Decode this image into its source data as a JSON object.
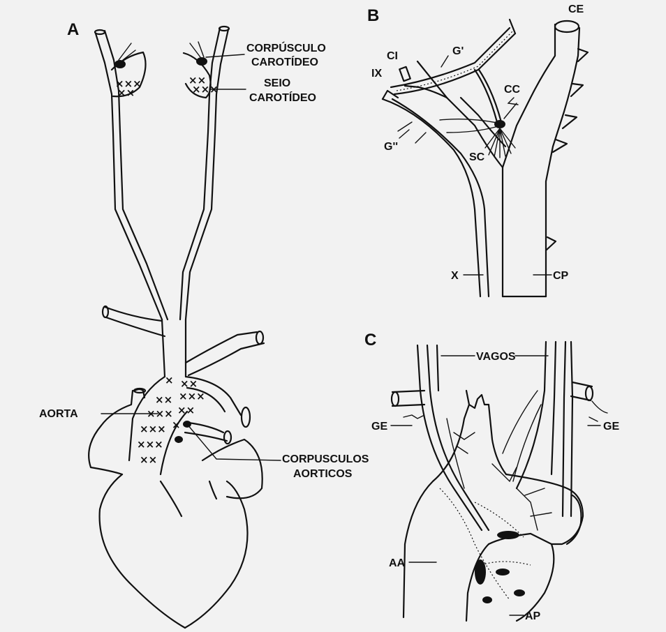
{
  "panels": {
    "a": {
      "letter": "A",
      "labels": {
        "corpusculo_carotideo_1": "CORPÚSCULO",
        "corpusculo_carotideo_2": "CAROTÍDEO",
        "seio_carotideo_1": "SEIO",
        "seio_carotideo_2": "CAROTÍDEO",
        "aorta": "AORTA",
        "corpusculos_aorticos_1": "CORPUSCULOS",
        "corpusculos_aorticos_2": "AORTICOS"
      }
    },
    "b": {
      "letter": "B",
      "labels": {
        "ce": "CE",
        "ci": "CI",
        "g1": "G'",
        "ix": "IX",
        "cc": "CC",
        "g2": "G''",
        "sc": "SC",
        "x": "X",
        "cp": "CP"
      }
    },
    "c": {
      "letter": "C",
      "labels": {
        "vagos": "VAGOS",
        "ge_left": "GE",
        "ge_right": "GE",
        "aa": "AA",
        "ap": "AP"
      }
    }
  }
}
